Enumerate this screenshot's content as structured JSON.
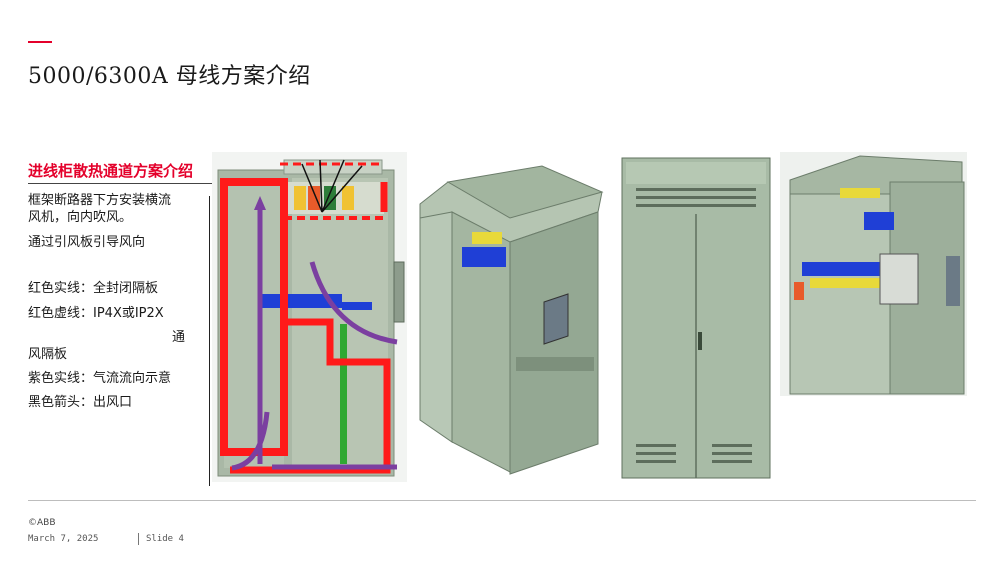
{
  "slide": {
    "title": "5000/6300A 母线方案介绍",
    "subheading": "进线柜散热通道方案介绍",
    "lines": [
      "框架断路器下方安装横流",
      "风机，向内吹风。",
      "通过引风板引导风向",
      "红色实线：全封闭隔板",
      "红色虚线：IP4X或IP2X",
      "通",
      "风隔板",
      "紫色实线：气流流向示意",
      "黑色箭头：出风口"
    ]
  },
  "footer": {
    "copyright": "©ABB",
    "date": "March 7, 2025",
    "slide_label": "Slide 4"
  },
  "colors": {
    "accent": "#e4002b",
    "cabinet": "#9aae9a",
    "red_line": "#ff1a1a",
    "purple_line": "#7b3fa0",
    "busbar_blue": "#1f3fd6",
    "busbar_yellow": "#e8d93a"
  }
}
